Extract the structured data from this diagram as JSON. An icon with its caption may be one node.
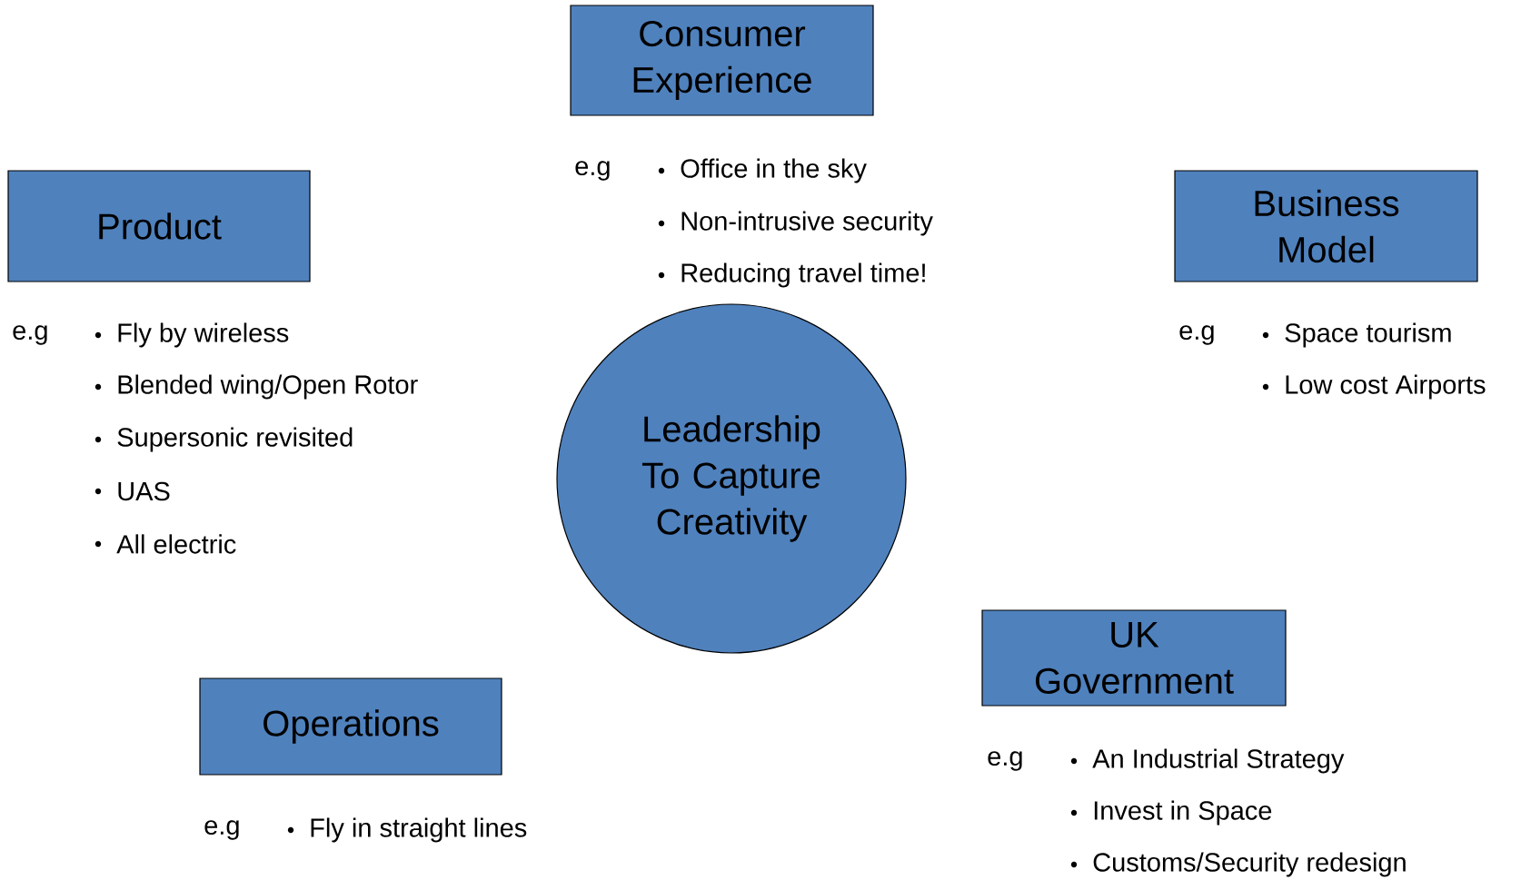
{
  "diagram": {
    "nodes": [
      {
        "text": [
          "Consumer Experience"
        ],
        "beside": [
          "e.g",
          "Office in the sky",
          "Non-intrusive security",
          "Reducing travel time!"
        ]
      },
      {
        "text": [
          "Product"
        ],
        "beside": [
          "e.g",
          "Fly by wireless",
          "Blended wing/Open Rotor",
          "Supersonic revisited",
          "UAS",
          "All electric"
        ]
      },
      {
        "text": [
          "Business Model"
        ],
        "beside": [
          "e.g",
          "Space tourism",
          "Low cost Airports"
        ]
      },
      {
        "text": [
          "Leadership To Capture Creativity"
        ]
      },
      {
        "text": [
          "UK Government"
        ],
        "beside": [
          "e.g",
          "An Industrial Strategy",
          "Invest in Space",
          "Customs/Security redesign"
        ]
      },
      {
        "text": [
          "Operations"
        ],
        "beside": [
          "e.g",
          "Fly in straight lines"
        ]
      }
    ]
  }
}
